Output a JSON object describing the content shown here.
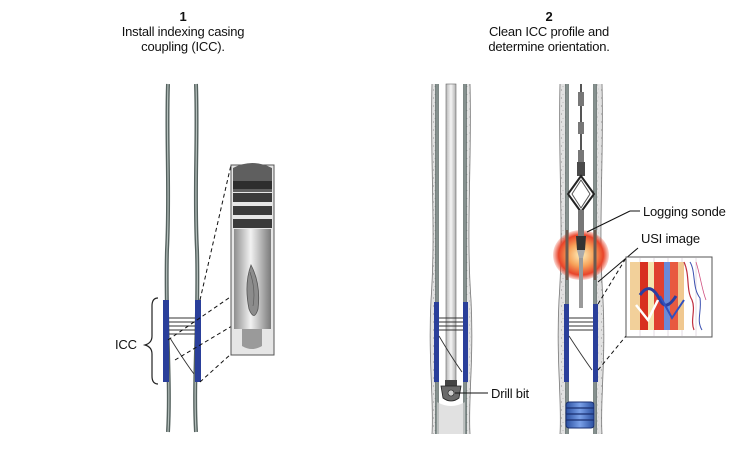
{
  "steps": [
    {
      "number": "1",
      "line1": "Install indexing casing",
      "line2": "coupling (ICC)."
    },
    {
      "number": "2",
      "line1": "Clean ICC profile and",
      "line2": "determine orientation."
    }
  ],
  "labels": {
    "icc": "ICC",
    "drill_bit": "Drill bit",
    "logging_sonde": "Logging sonde",
    "usi_image": "USI image"
  },
  "colors": {
    "casing": "#5a6a66",
    "casing_inner": "#9aa5a2",
    "cement": "#dcdcdc",
    "icc_blue": "#2a3f9a",
    "glow": "#e8442a",
    "drill_blue": "#3a6ac8"
  }
}
